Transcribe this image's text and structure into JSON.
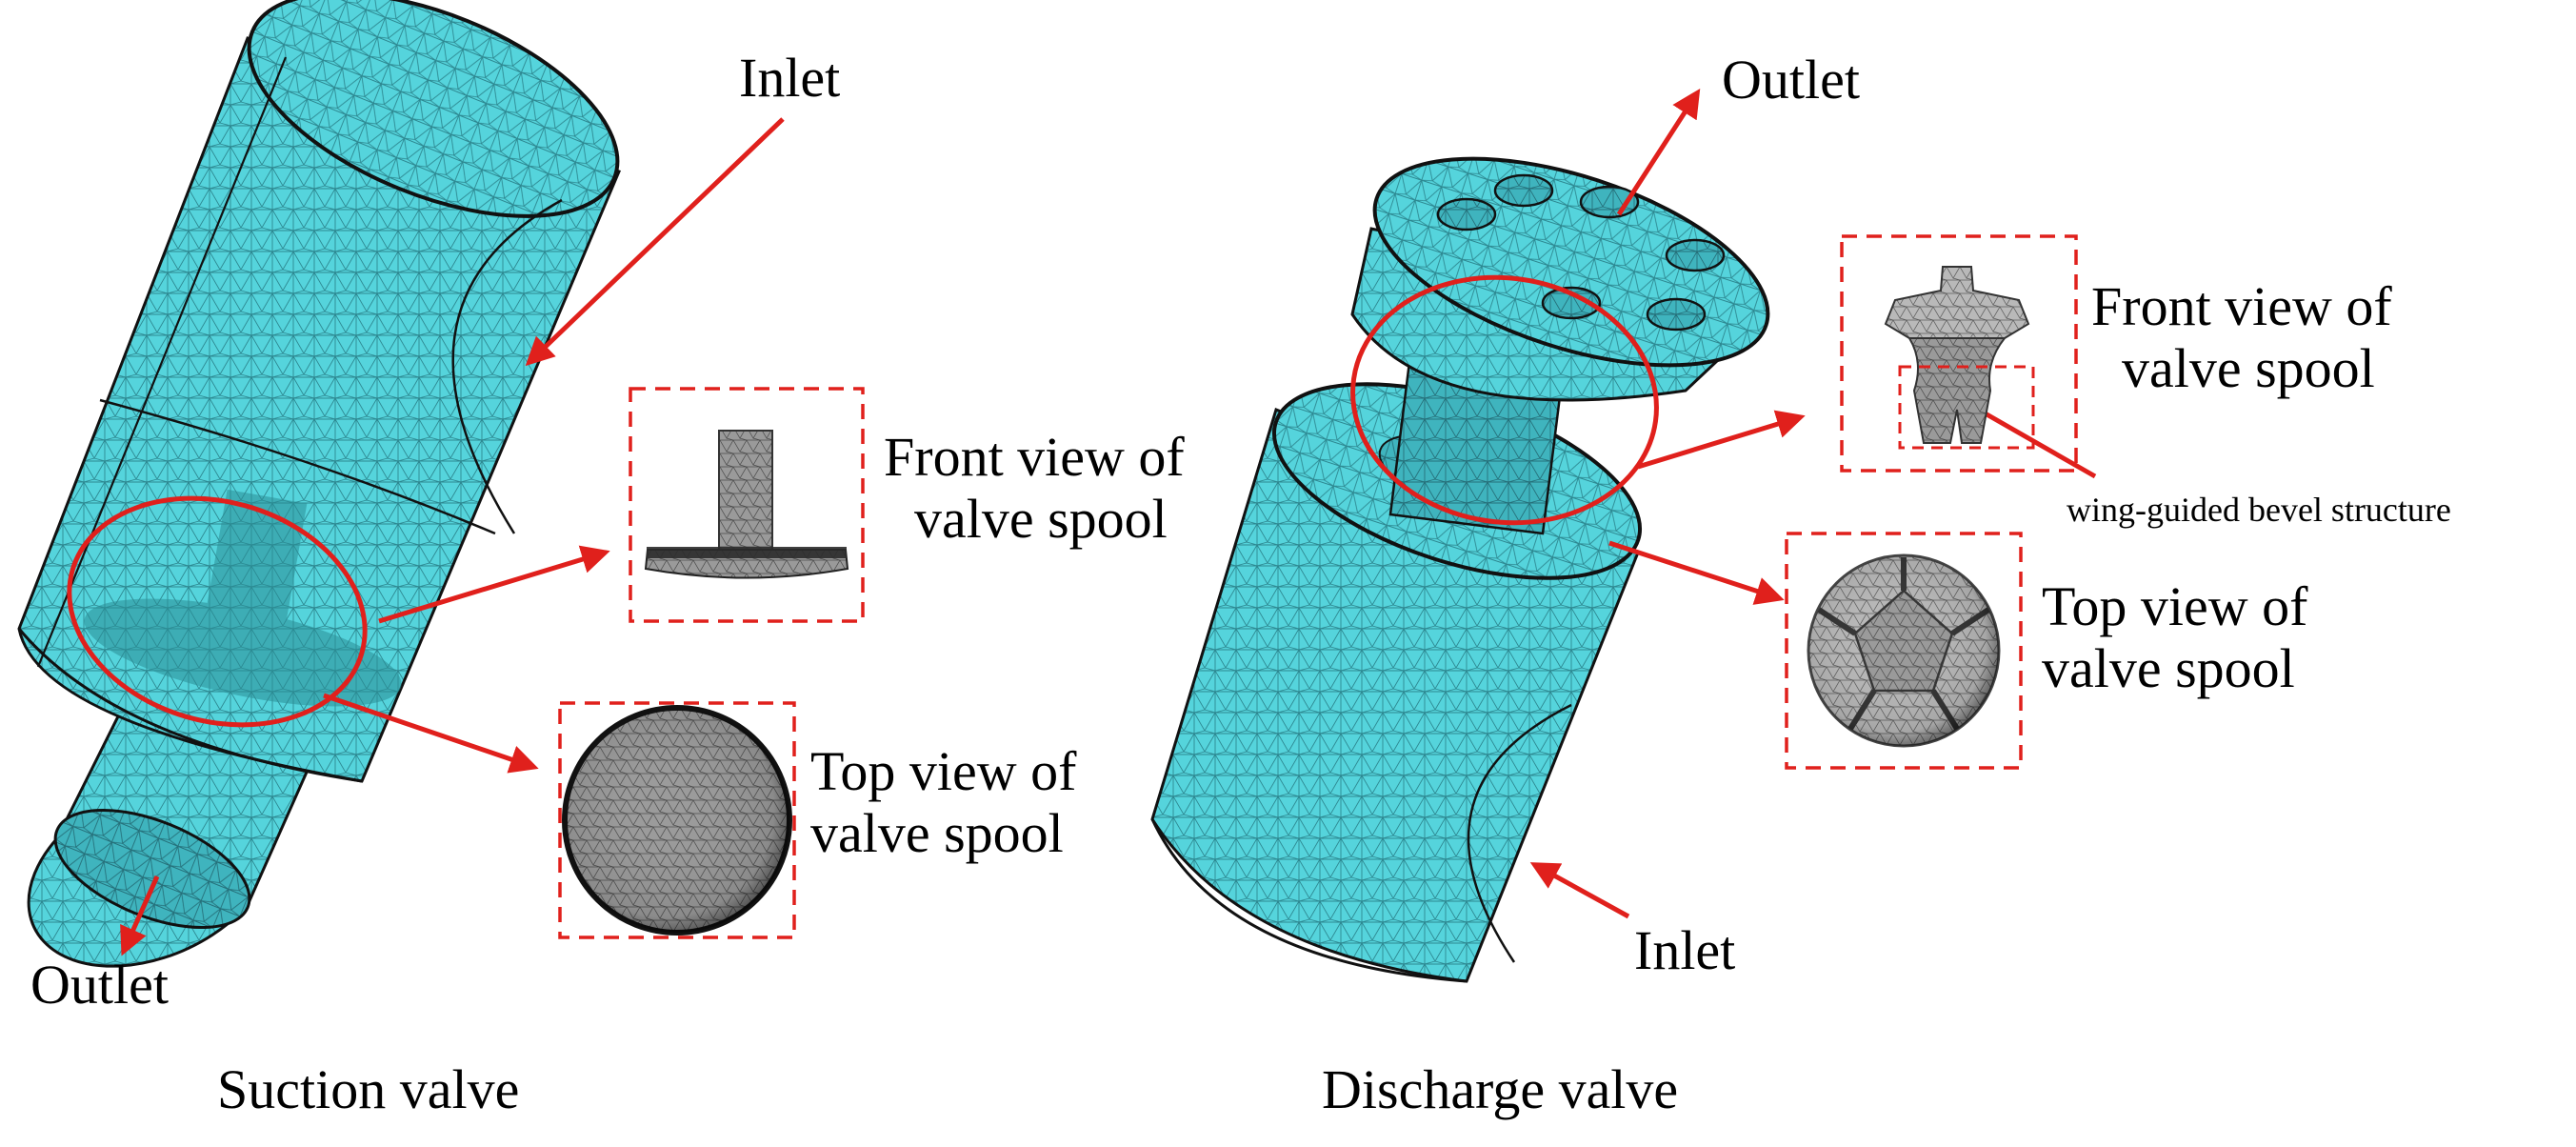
{
  "colors": {
    "mesh_fill": "#55d4dc",
    "mesh_line": "#2a7f88",
    "spool_gray": "#8f8f8f",
    "spool_dark": "#2b2b2b",
    "annotation_red": "#e0201c",
    "outline": "#111111"
  },
  "suction": {
    "caption": "Suction valve",
    "inlet_label": "Inlet",
    "outlet_label": "Outlet",
    "front_view": {
      "line1": "Front view of",
      "line2": "valve spool"
    },
    "top_view": {
      "line1": "Top view of",
      "line2": "valve spool"
    }
  },
  "discharge": {
    "caption": "Discharge valve",
    "inlet_label": "Inlet",
    "outlet_label": "Outlet",
    "front_view": {
      "line1": "Front view of",
      "line2": "valve spool"
    },
    "top_view": {
      "line1": "Top view of",
      "line2": "valve spool"
    },
    "wing_label": "wing-guided bevel structure"
  }
}
